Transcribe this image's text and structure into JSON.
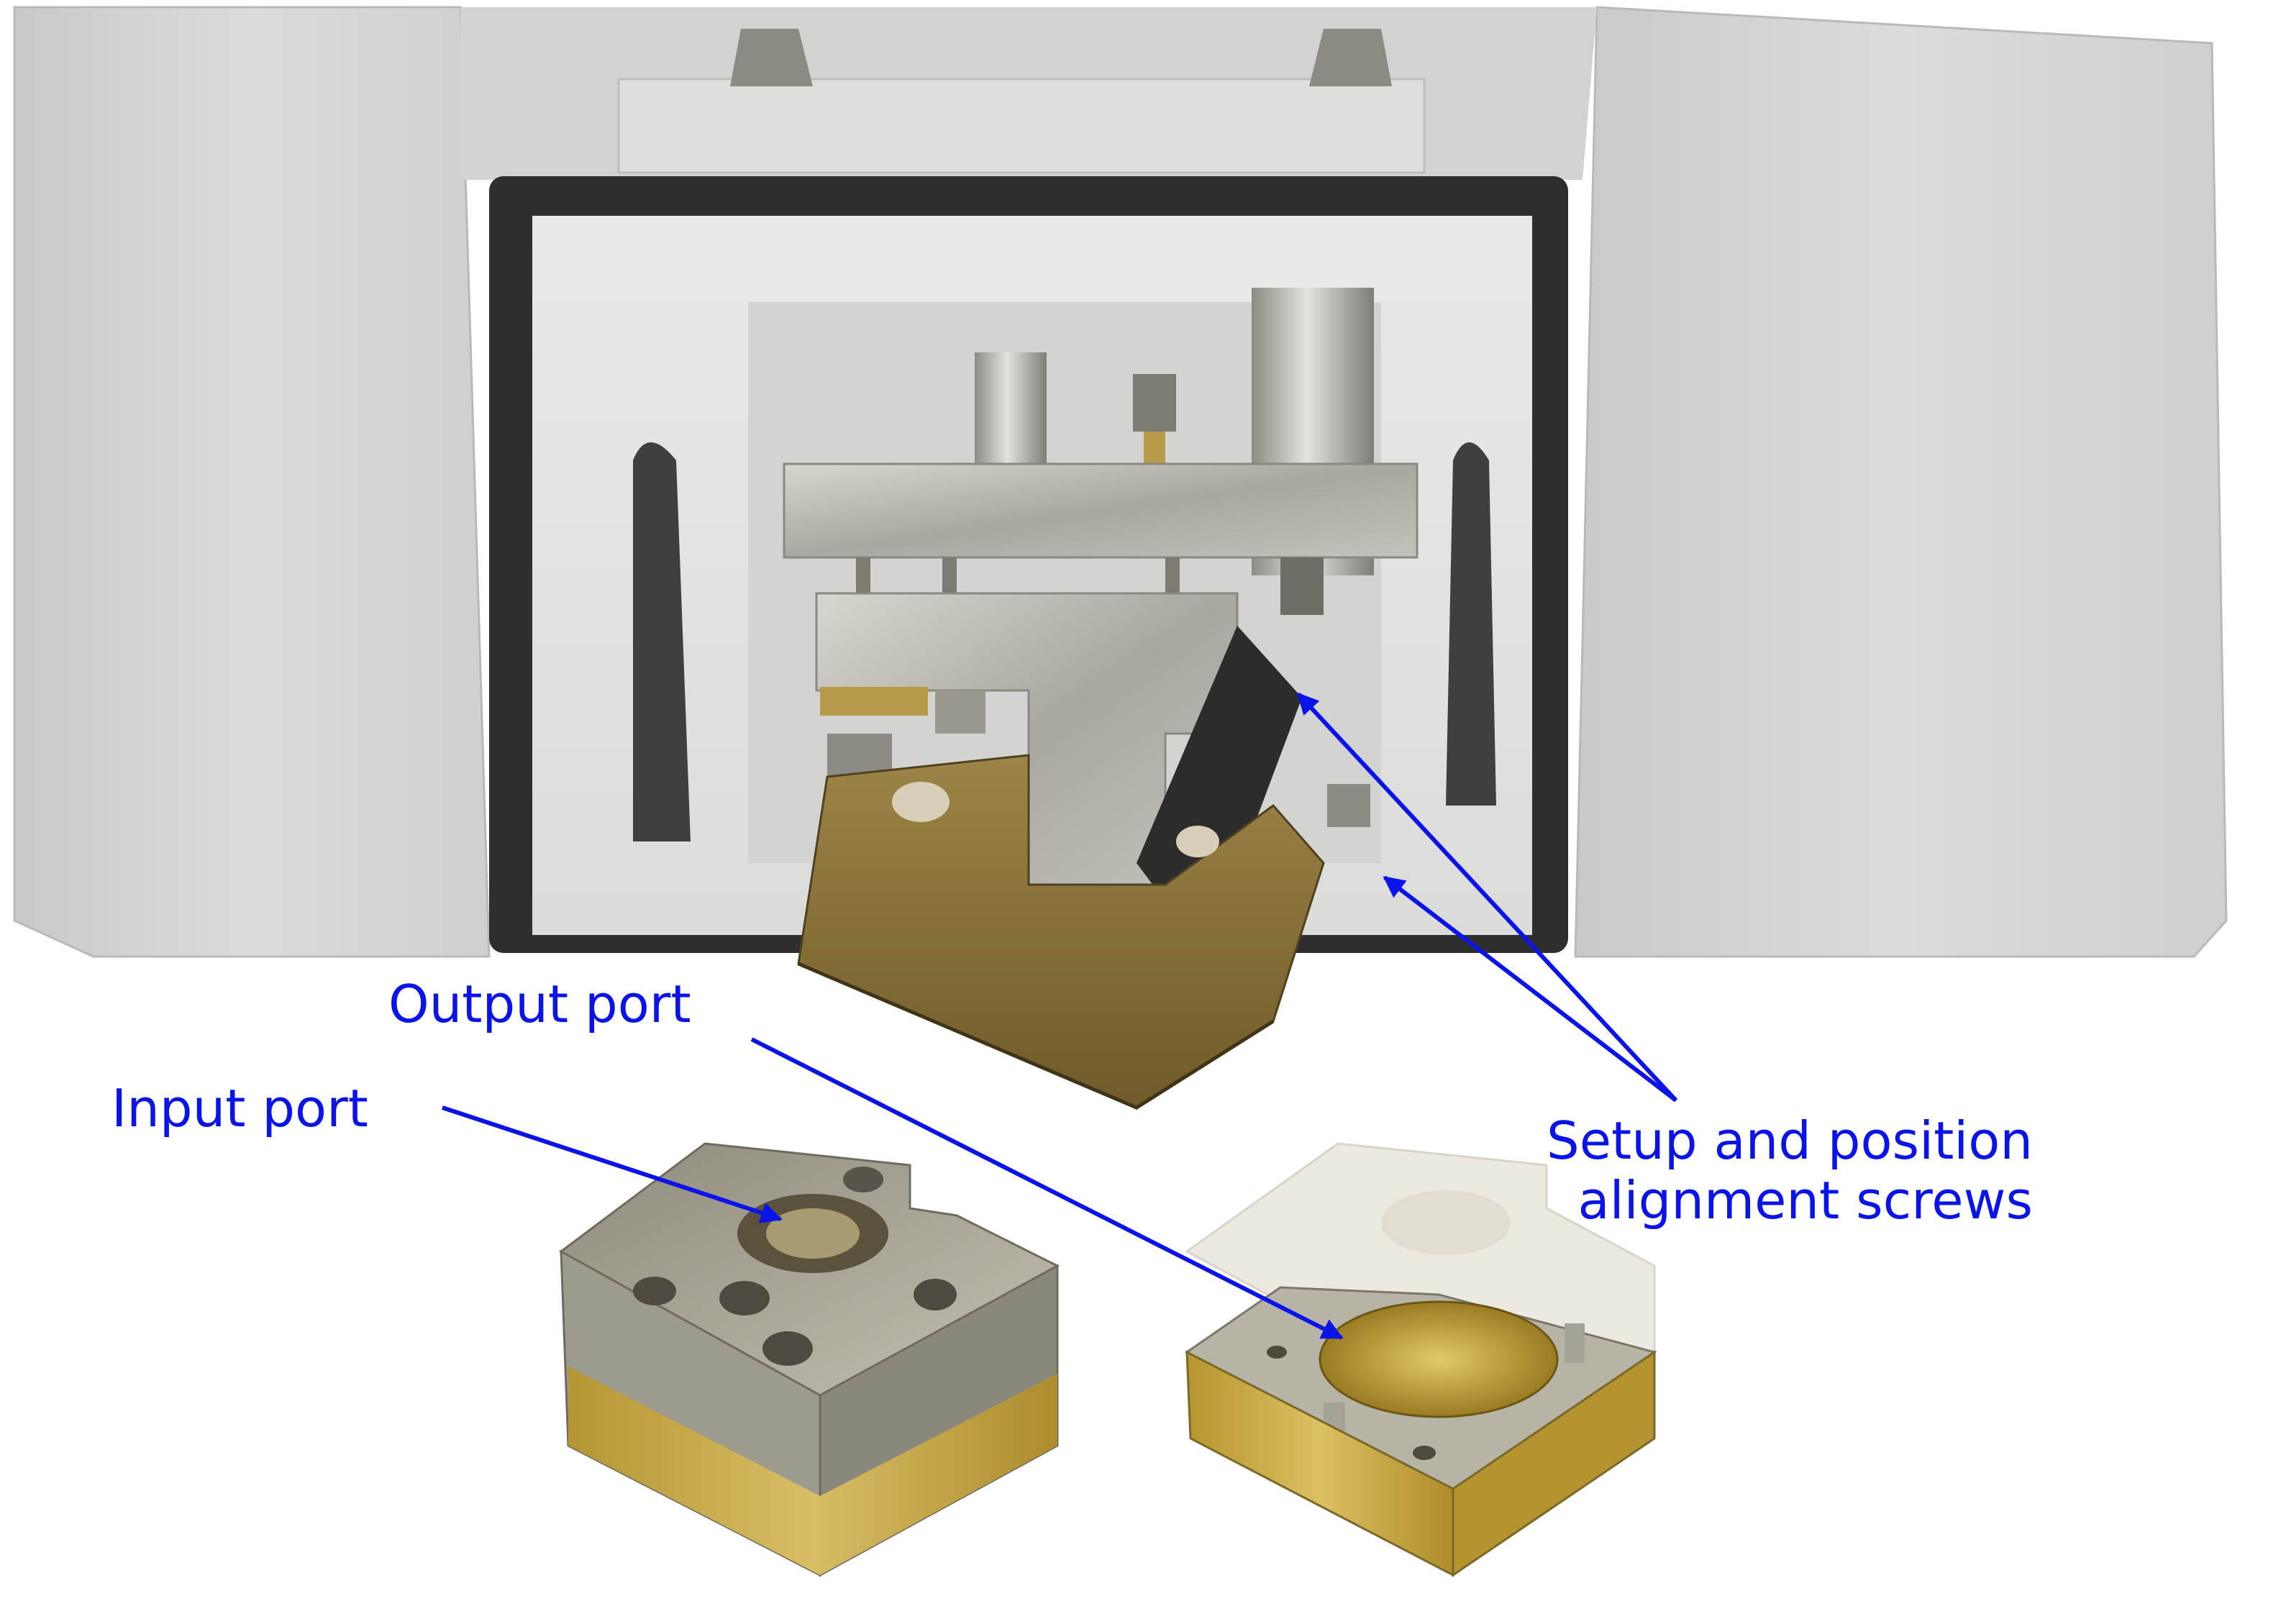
{
  "labels": {
    "output_port": "Output port",
    "input_port": "Input port",
    "setup_line1": "Setup and position",
    "setup_line2": "alignment screws"
  },
  "colors": {
    "annotation": "#0a14e8",
    "housing": "#d7d8d6",
    "brass": "#b89a3c",
    "steel": "#b7b6b0"
  }
}
